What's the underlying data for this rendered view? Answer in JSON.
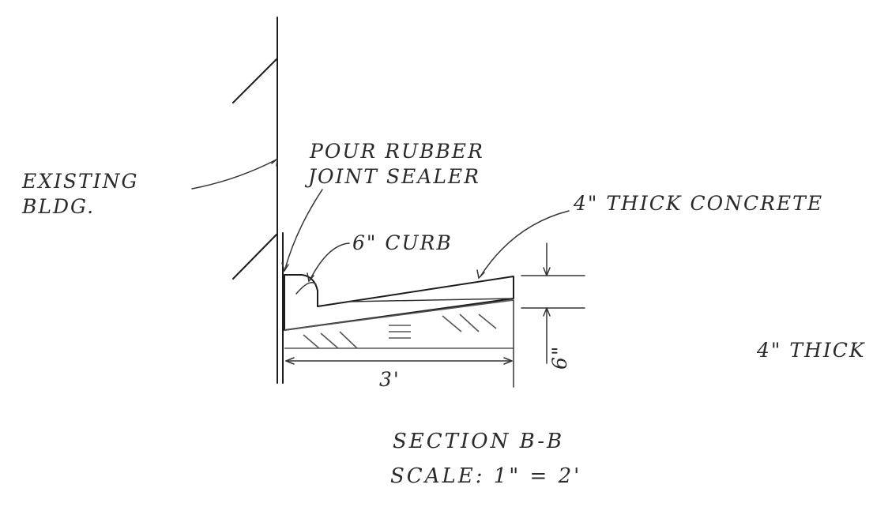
{
  "labels": {
    "existing_bldg_line1": "EXISTING",
    "existing_bldg_line2": "BLDG.",
    "sealer_line1": "POUR RUBBER",
    "sealer_line2": "JOINT SEALER",
    "curb": "6\" CURB",
    "concrete": "4\" THICK CONCRETE",
    "thick_right": "4\" THICK",
    "dim_width": "3'",
    "dim_depth": "6\"",
    "section_title": "SECTION B-B",
    "scale": "SCALE: 1\" = 2'"
  }
}
